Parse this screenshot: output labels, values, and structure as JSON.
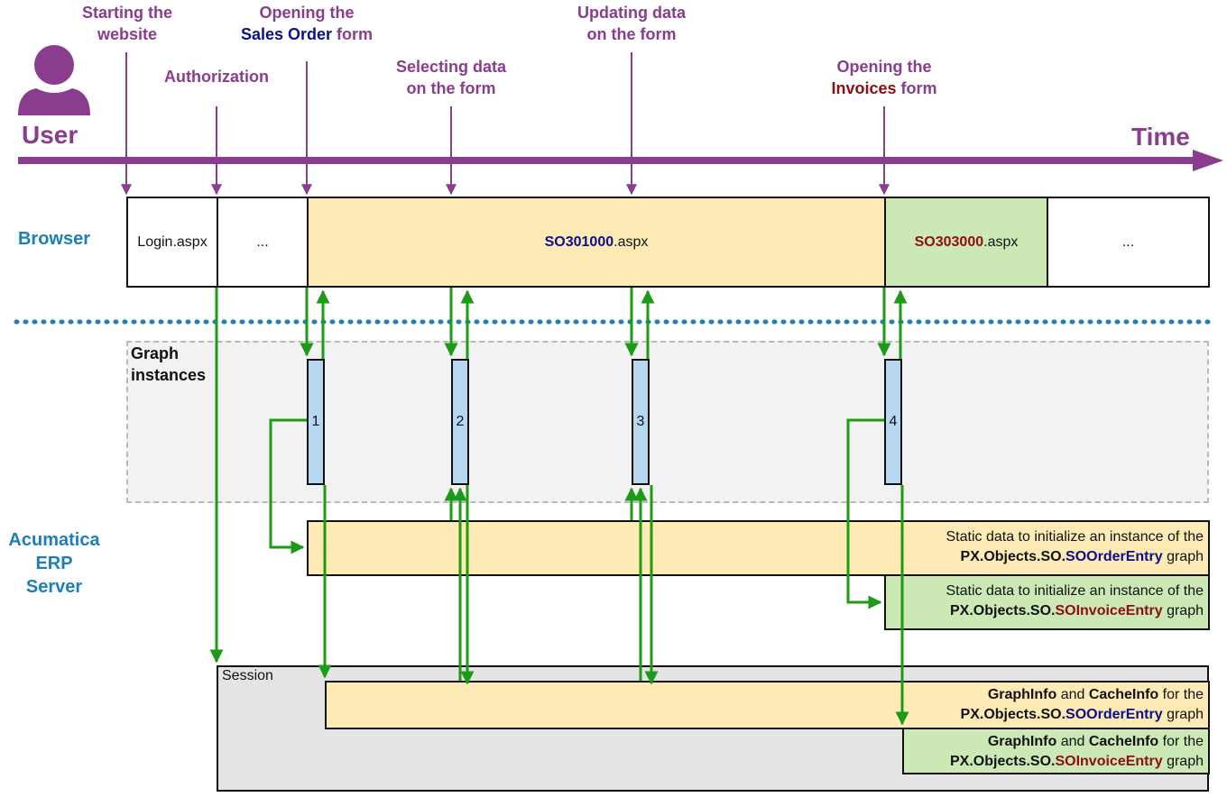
{
  "user": {
    "label": "User",
    "time_label": "Time"
  },
  "events": [
    {
      "line1": "Starting the",
      "line2": "website"
    },
    {
      "line1": "Authorization"
    },
    {
      "line1": "Opening the",
      "line2_hl": "Sales Order",
      "line2_rest": " form"
    },
    {
      "line1": "Selecting data",
      "line2": "on the form"
    },
    {
      "line1": "Updating data",
      "line2": "on the form"
    },
    {
      "line1": "Opening the",
      "line2_hl": "Invoices",
      "line2_rest": " form"
    }
  ],
  "lanes": {
    "browser": "Browser",
    "server_line1": "Acumatica",
    "server_line2": "ERP",
    "server_line3": "Server"
  },
  "browser_cells": {
    "login": "Login.aspx",
    "ellipsis1": "...",
    "so_code": "SO301000",
    "so_ext": ".aspx",
    "inv_code": "SO303000",
    "inv_ext": ".aspx",
    "ellipsis2": "..."
  },
  "graph_instances": {
    "title_line1": "Graph",
    "title_line2": "instances",
    "items": [
      "1",
      "2",
      "3",
      "4"
    ]
  },
  "static_data": {
    "prefix": "Static data to initialize an instance of the",
    "namespace": "PX.Objects.SO.",
    "so_graph": "SOOrderEntry",
    "inv_graph": "SOInvoiceEntry",
    "suffix": " graph"
  },
  "session": {
    "label": "Session",
    "graphinfo": "GraphInfo",
    "and": " and ",
    "cacheinfo": "CacheInfo",
    "for_the": " for the",
    "namespace": "PX.Objects.SO.",
    "so_graph": "SOOrderEntry",
    "inv_graph": "SOInvoiceEntry",
    "suffix": " graph"
  },
  "colors": {
    "timeline": "#8a3c8e",
    "arrow": "#1d9a16",
    "yellow": "#fdeab4",
    "green": "#cbe8b5",
    "instance": "#b6d7f0",
    "separator": "#1d7fb8"
  }
}
